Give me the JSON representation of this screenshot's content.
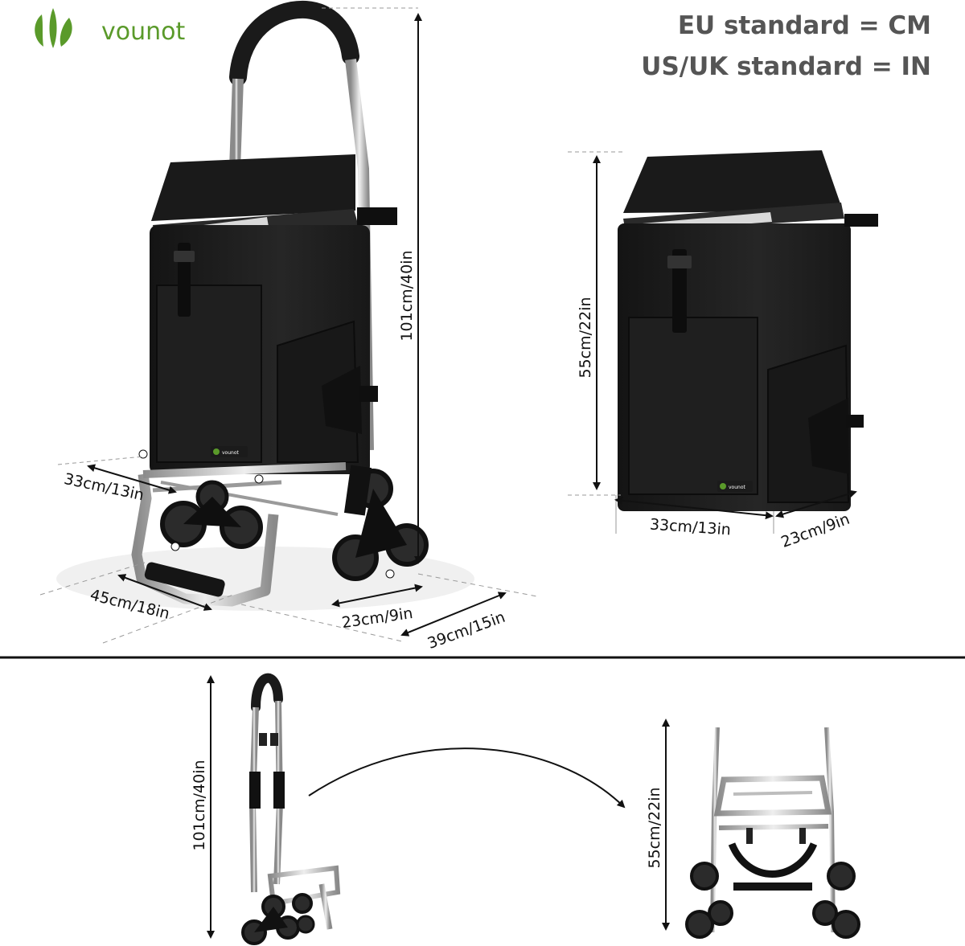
{
  "brand": {
    "name": "vounot",
    "badge": "vounot"
  },
  "standards": {
    "eu": "EU standard = CM",
    "us_uk": "US/UK standard = IN"
  },
  "dimensions": {
    "trolley_height": "101cm/40in",
    "trolley_width": "33cm/13in",
    "trolley_length": "45cm/18in",
    "wheel_span": "23cm/9in",
    "base_depth": "39cm/15in",
    "bag_height": "55cm/22in",
    "bag_width": "33cm/13in",
    "bag_depth": "23cm/9in",
    "frame_height": "101cm/40in",
    "folded_height": "55cm/22in"
  },
  "colors": {
    "brand_green": "#5a9a2a",
    "bag_black": "#1c1c1c",
    "frame_silver": "#c8c8c8",
    "label_gray": "#555555"
  }
}
